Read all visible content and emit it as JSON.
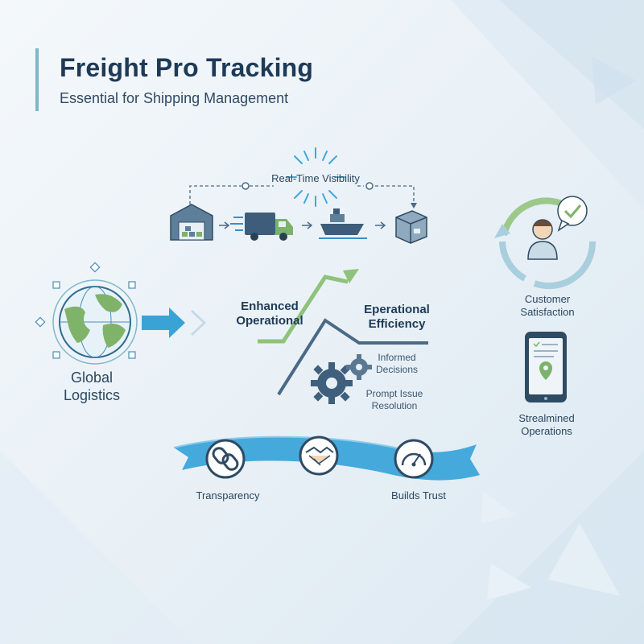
{
  "header": {
    "title": "Freight Pro Tracking",
    "subtitle": "Essential for Shipping Management"
  },
  "visibility": {
    "label": "Real-Time Visibility",
    "steps": [
      "warehouse-icon",
      "truck-icon",
      "ship-icon",
      "package-icon"
    ]
  },
  "global_logistics": {
    "line1": "Global",
    "line2": "Logistics"
  },
  "efficiency": {
    "enhanced_line1": "Enhanced",
    "enhanced_line2": "Operational",
    "eperational_line1": "Eperational",
    "eperational_line2": "Efficiency",
    "informed_line1": "Informed",
    "informed_line2": "Decisions",
    "prompt_line1": "Prompt Issue",
    "prompt_line2": "Resolution"
  },
  "customer": {
    "line1": "Customer",
    "line2": "Satisfaction"
  },
  "streamlined": {
    "line1": "Strealmined",
    "line2": "Operations"
  },
  "ribbon": {
    "transparency": "Transparency",
    "trust": "Builds Trust",
    "icons": [
      "chain-link-icon",
      "handshake-icon",
      "gauge-icon"
    ]
  },
  "colors": {
    "navy": "#1d3a57",
    "slate": "#4a6a86",
    "green": "#8fc27a",
    "blue": "#3aa3d6",
    "ribbon": "#45a9dc"
  }
}
